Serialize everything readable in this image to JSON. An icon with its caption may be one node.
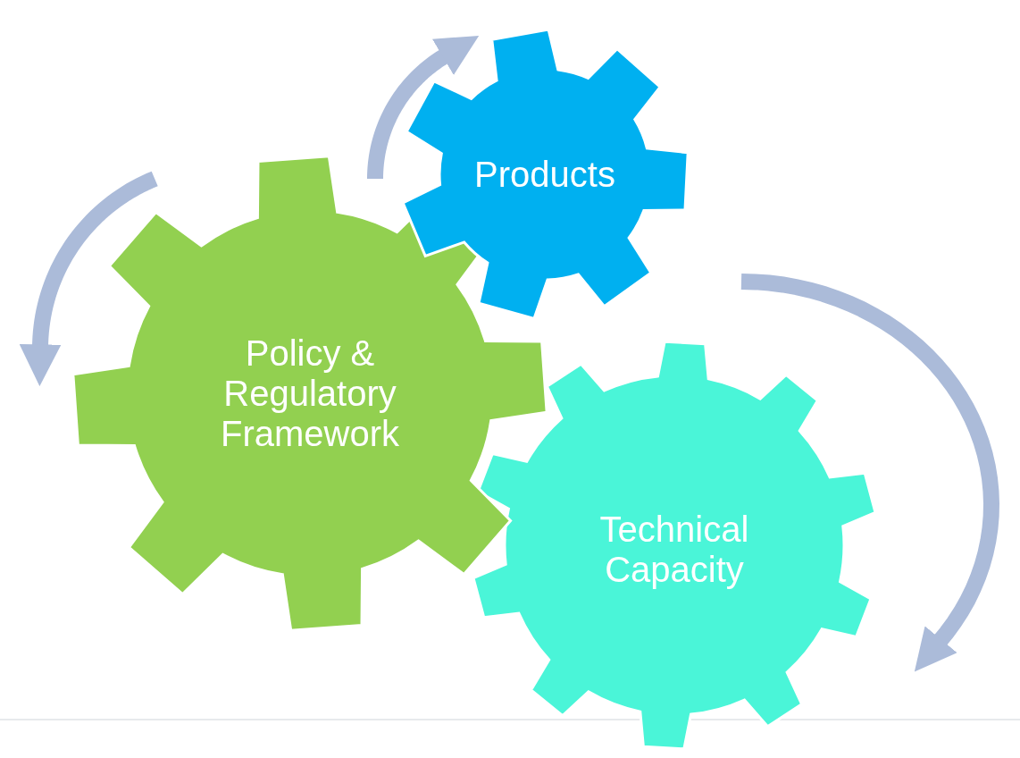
{
  "diagram": {
    "nodes": [
      {
        "text": [
          "Products"
        ]
      },
      {
        "text": [
          "Policy & Regulatory Framework"
        ]
      },
      {
        "text": [
          "Technical Capacity"
        ]
      }
    ]
  }
}
